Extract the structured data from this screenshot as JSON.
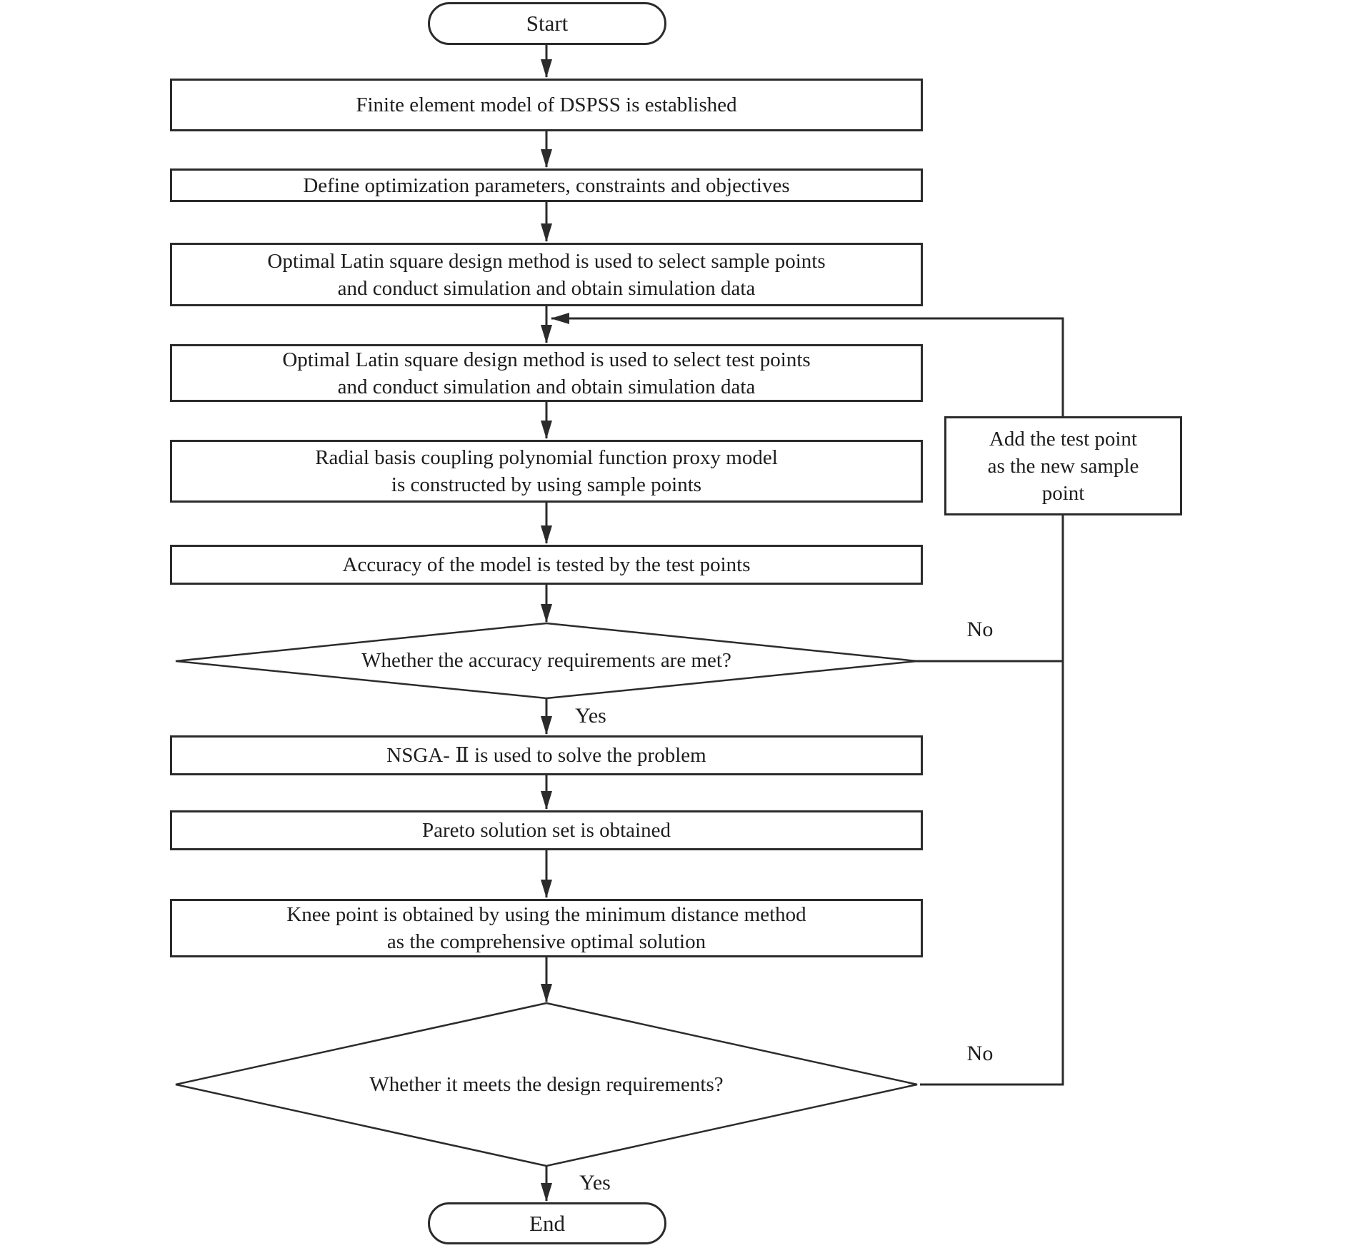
{
  "flowchart": {
    "start": {
      "label": "Start"
    },
    "end": {
      "label": "End"
    },
    "steps": {
      "s1": {
        "lines": [
          "Finite element model of DSPSS is established"
        ]
      },
      "s2": {
        "lines": [
          "Define optimization parameters, constraints and objectives"
        ]
      },
      "s3": {
        "lines": [
          "Optimal Latin square design method is used to select sample points",
          "and conduct simulation and obtain simulation data"
        ]
      },
      "s4": {
        "lines": [
          "Optimal Latin square design method is used to select test points",
          "and conduct simulation and obtain simulation data"
        ]
      },
      "s5": {
        "lines": [
          "Radial basis coupling polynomial function proxy model",
          "is constructed by using sample points"
        ]
      },
      "s6": {
        "lines": [
          "Accuracy of the model is tested by the test points"
        ]
      },
      "s7": {
        "lines": [
          "NSGA- Ⅱ is used to solve the problem"
        ]
      },
      "s8": {
        "lines": [
          "Pareto solution set is obtained"
        ]
      },
      "s9": {
        "lines": [
          "Knee point is obtained by using the minimum distance method",
          "as the comprehensive optimal solution"
        ]
      },
      "side": {
        "lines": [
          "Add the test point",
          "as the new sample",
          "point"
        ]
      }
    },
    "decisions": {
      "d1": {
        "label": "Whether the accuracy requirements are met?"
      },
      "d2": {
        "label": "Whether it meets the design requirements?"
      }
    },
    "branch_labels": {
      "yes1": "Yes",
      "no1": "No",
      "yes2": "Yes",
      "no2": "No"
    },
    "colors": {
      "stroke": "#2b2b2b",
      "background": "#ffffff"
    }
  }
}
